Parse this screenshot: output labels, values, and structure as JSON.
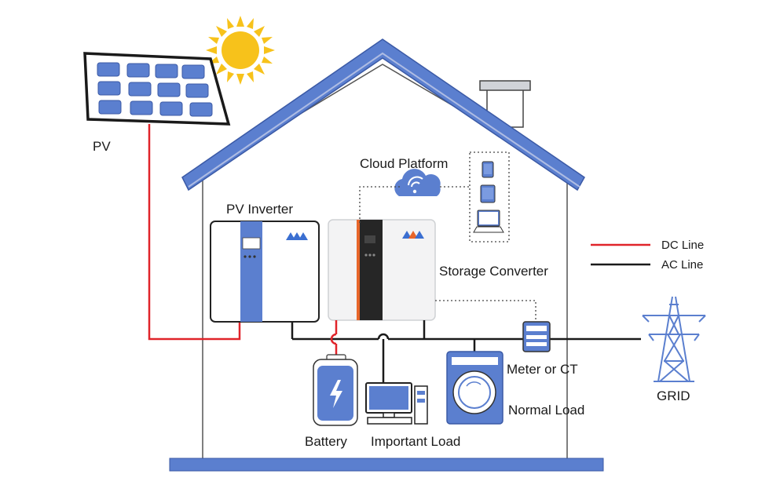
{
  "labels": {
    "pv": "PV",
    "pv_inverter": "PV Inverter",
    "cloud_platform": "Cloud Platform",
    "storage_converter": "Storage Converter",
    "meter": "Meter or CT",
    "normal_load": "Normal Load",
    "important_load": "Important Load",
    "battery": "Battery",
    "grid": "GRID"
  },
  "legend": {
    "dc_line": "DC Line",
    "ac_line": "AC Line"
  },
  "colors": {
    "house_blue": "#5b7fcf",
    "dc_line": "#e0242a",
    "ac_line": "#1a1a1a",
    "sun": "#f7c21b",
    "converter_accent": "#e8662a"
  },
  "icons": [
    "sun-icon",
    "solar-panel-icon",
    "wifi-cloud-icon",
    "tablet-icon",
    "phone-icon",
    "laptop-icon",
    "logo-icon",
    "battery-icon",
    "computer-icon",
    "washing-machine-icon",
    "meter-icon",
    "transmission-tower-icon"
  ]
}
